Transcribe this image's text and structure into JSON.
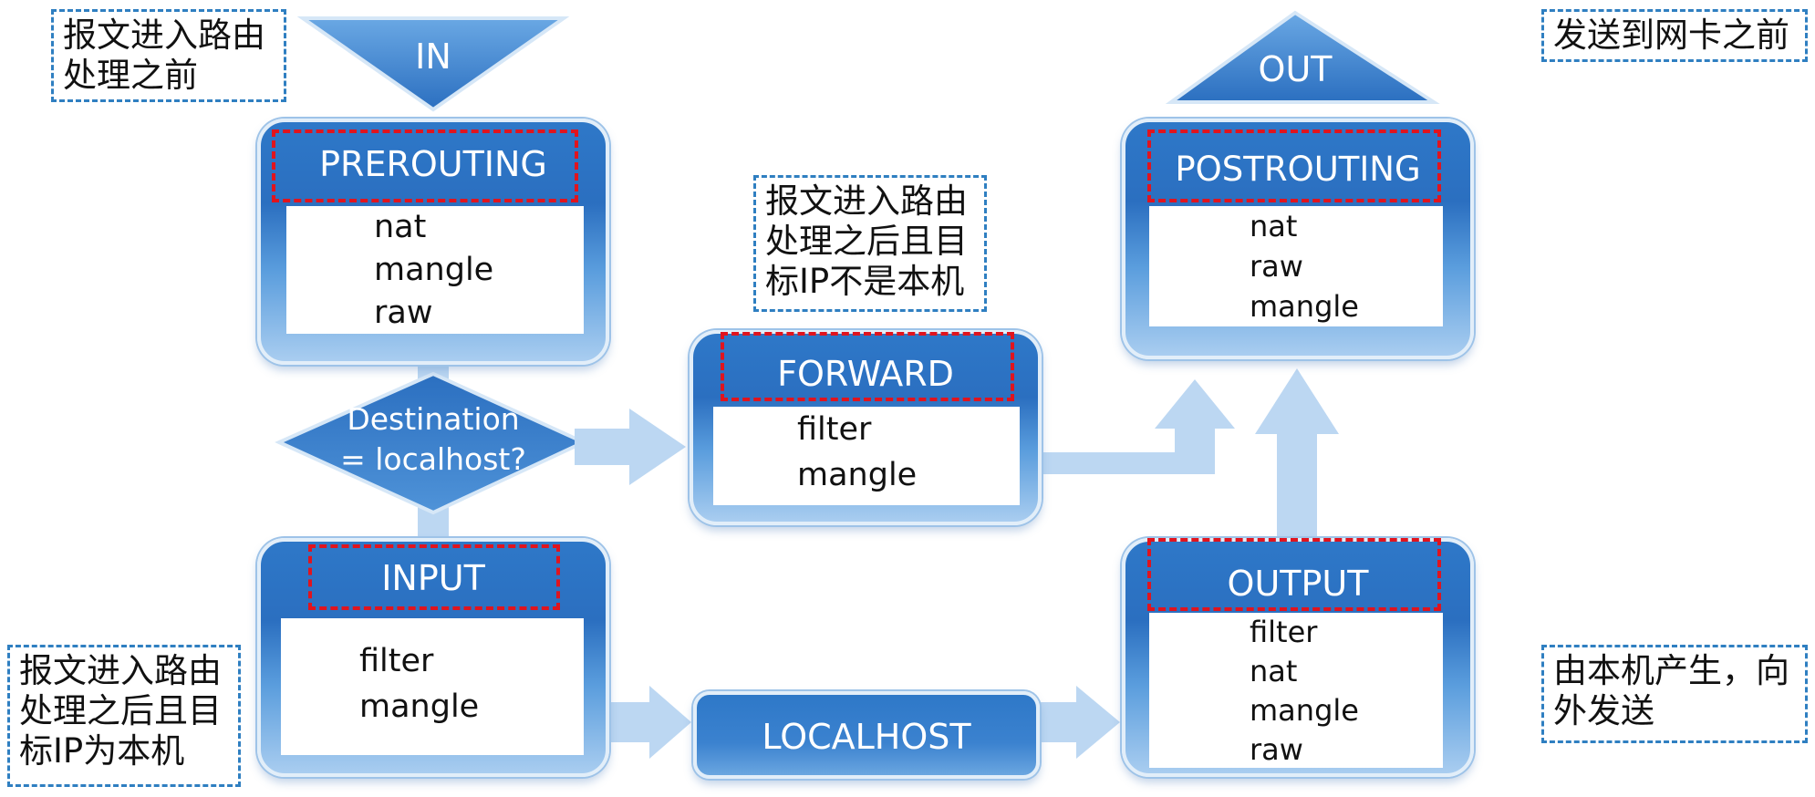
{
  "annotations": {
    "prerouting": "报文进入路由\n处理之前",
    "forward": "报文进入路由\n处理之后且目\n标IP不是本机",
    "postrouting": "发送到网卡之前",
    "input": "报文进入路由\n处理之后且目\n标IP为本机",
    "output": "由本机产生，向\n外发送"
  },
  "entry": {
    "label": "IN"
  },
  "exit": {
    "label": "OUT"
  },
  "decision": {
    "label": "Destination\n= localhost?"
  },
  "chains": {
    "prerouting": {
      "title": "PREROUTING",
      "tables": [
        "nat",
        "mangle",
        "raw"
      ]
    },
    "forward": {
      "title": "FORWARD",
      "tables": [
        "filter",
        "mangle"
      ]
    },
    "postrouting": {
      "title": "POSTROUTING",
      "tables": [
        "nat",
        "raw",
        "mangle"
      ]
    },
    "input": {
      "title": "INPUT",
      "tables": [
        "filter",
        "mangle"
      ]
    },
    "output": {
      "title": "OUTPUT",
      "tables": [
        "filter",
        "nat",
        "mangle",
        "raw"
      ]
    },
    "localhost": {
      "title": "LOCALHOST"
    }
  },
  "colors": {
    "chain_blue": "#2e78c8",
    "arrow_blue": "#bcd7f2",
    "highlight_red": "#e0141e",
    "note_border": "#2f7fc1"
  }
}
